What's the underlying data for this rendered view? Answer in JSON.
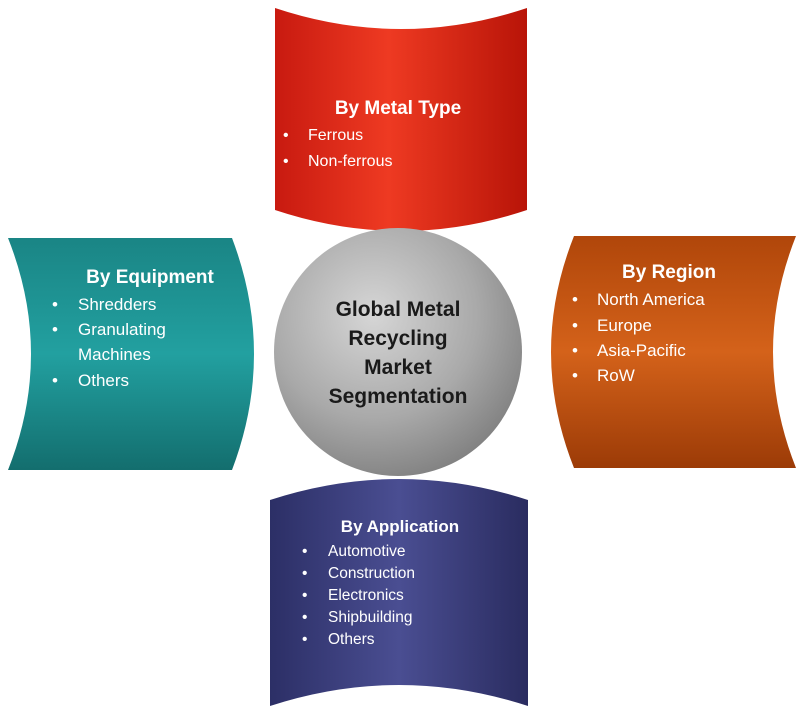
{
  "center": {
    "lines": [
      "Global Metal",
      "Recycling",
      "Market",
      "Segmentation"
    ]
  },
  "segments": {
    "metal_type": {
      "title": "By Metal Type",
      "color": "#e8321f",
      "items": [
        "Ferrous",
        "Non-ferrous"
      ]
    },
    "equipment": {
      "title": "By Equipment",
      "color": "#1d8a8a",
      "items": [
        "Shredders",
        "Granulating",
        "Machines",
        "Others"
      ]
    },
    "region": {
      "title": "By Region",
      "color": "#c5550f",
      "items": [
        "North America",
        "Europe",
        "Asia-Pacific",
        "RoW"
      ]
    },
    "application": {
      "title": "By Application",
      "color": "#3c3f7e",
      "items": [
        "Automotive",
        "Construction",
        "Electronics",
        "Shipbuilding",
        "Others"
      ]
    }
  },
  "bullet": "•"
}
